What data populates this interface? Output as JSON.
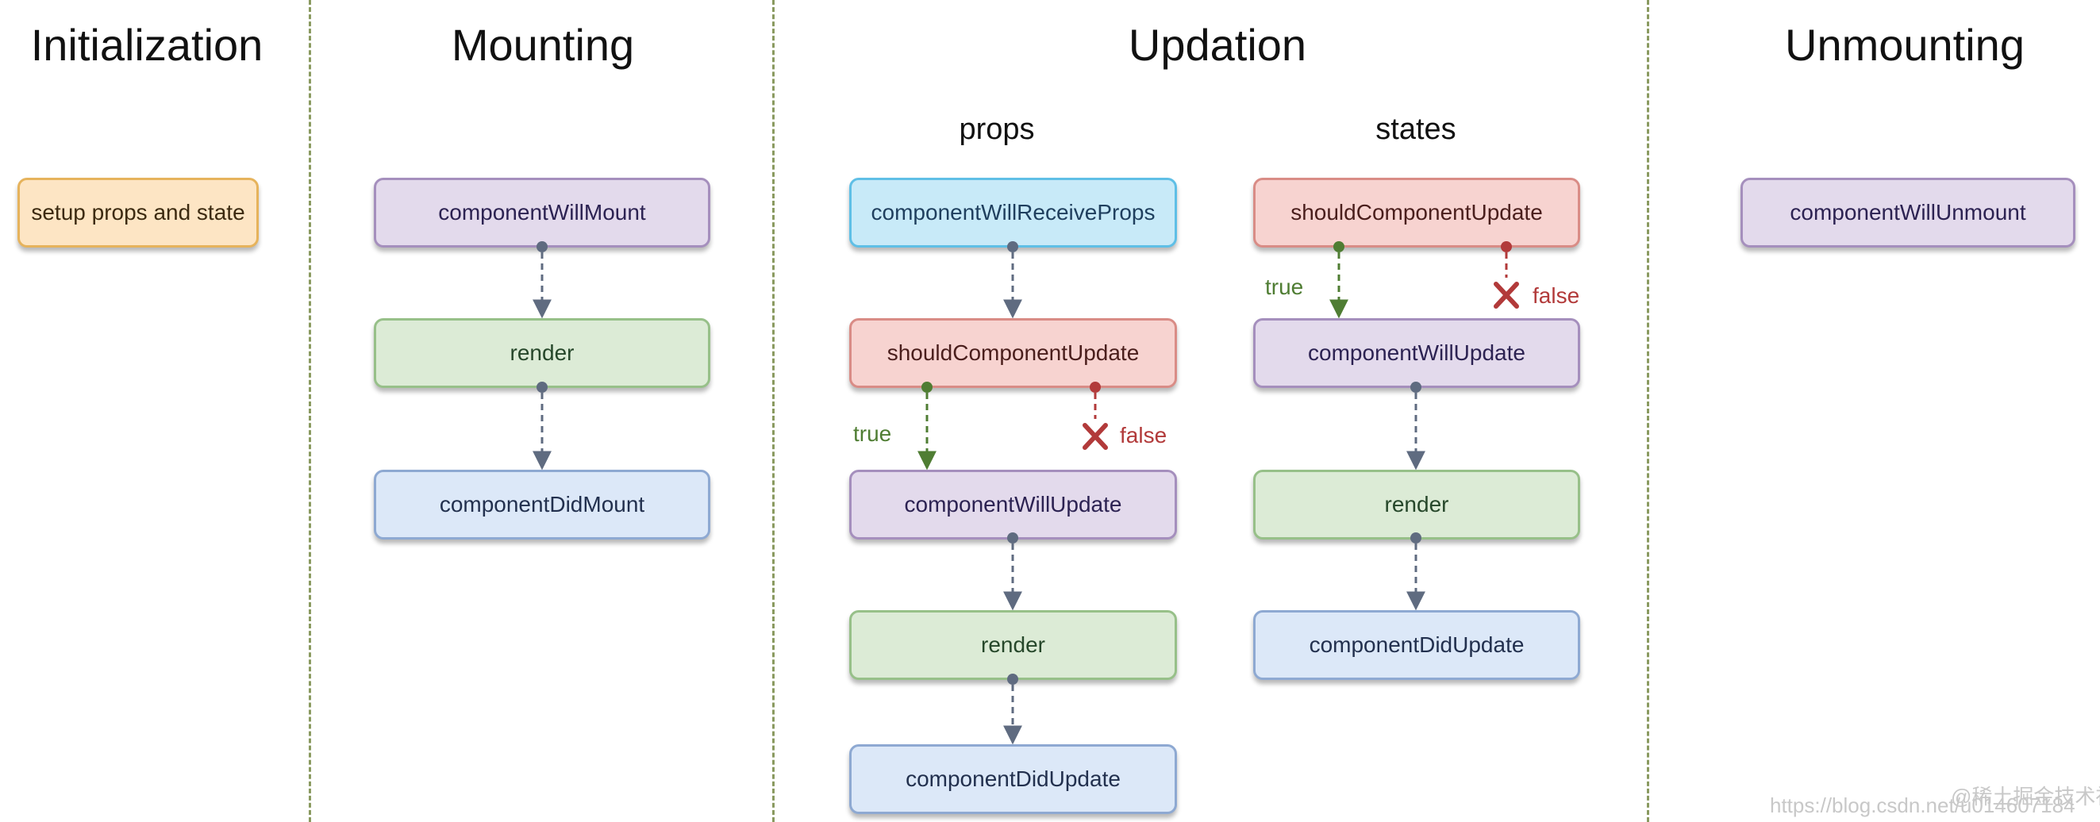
{
  "sections": {
    "initialization": "Initialization",
    "mounting": "Mounting",
    "updation": "Updation",
    "unmounting": "Unmounting"
  },
  "updation_groups": {
    "props": "props",
    "states": "states"
  },
  "initialization_nodes": {
    "setup": "setup props and state"
  },
  "mounting_nodes": {
    "will_mount": "componentWillMount",
    "render": "render",
    "did_mount": "componentDidMount"
  },
  "props_nodes": {
    "will_receive_props": "componentWillReceiveProps",
    "should_update": "shouldComponentUpdate",
    "will_update": "componentWillUpdate",
    "render": "render",
    "did_update": "componentDidUpdate"
  },
  "states_nodes": {
    "should_update": "shouldComponentUpdate",
    "will_update": "componentWillUpdate",
    "render": "render",
    "did_update": "componentDidUpdate"
  },
  "unmounting_nodes": {
    "will_unmount": "componentWillUnmount"
  },
  "branch_labels": {
    "true": "true",
    "false": "false"
  },
  "watermark": {
    "line1": "@稀土掘金技术社区",
    "line2": "https://blog.csdn.net/u014607184"
  },
  "colors": {
    "divider": "#8a9a60",
    "arrow": "#5f6b80",
    "true_branch": "#4f7d33",
    "false_branch": "#b23a3a"
  }
}
